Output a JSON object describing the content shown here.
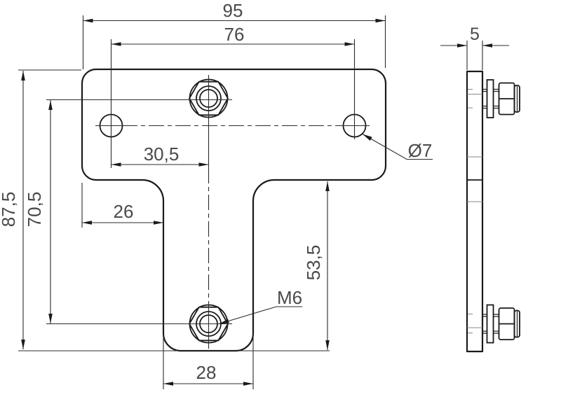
{
  "colors": {
    "background": "#ffffff",
    "line": "#1a1a1a",
    "thin_line": "#8a8a8a",
    "text": "#4a4a4a"
  },
  "dims": {
    "overall_width": "95",
    "hole_spacing": "76",
    "hole_to_stud": "30,5",
    "overall_height": "87,5",
    "stud_spacing": "70,5",
    "flange_offset": "26",
    "stem_height": "53,5",
    "stem_width": "28",
    "thickness": "5"
  },
  "labels": {
    "thread": "M6",
    "hole_diameter": "Ø7"
  }
}
